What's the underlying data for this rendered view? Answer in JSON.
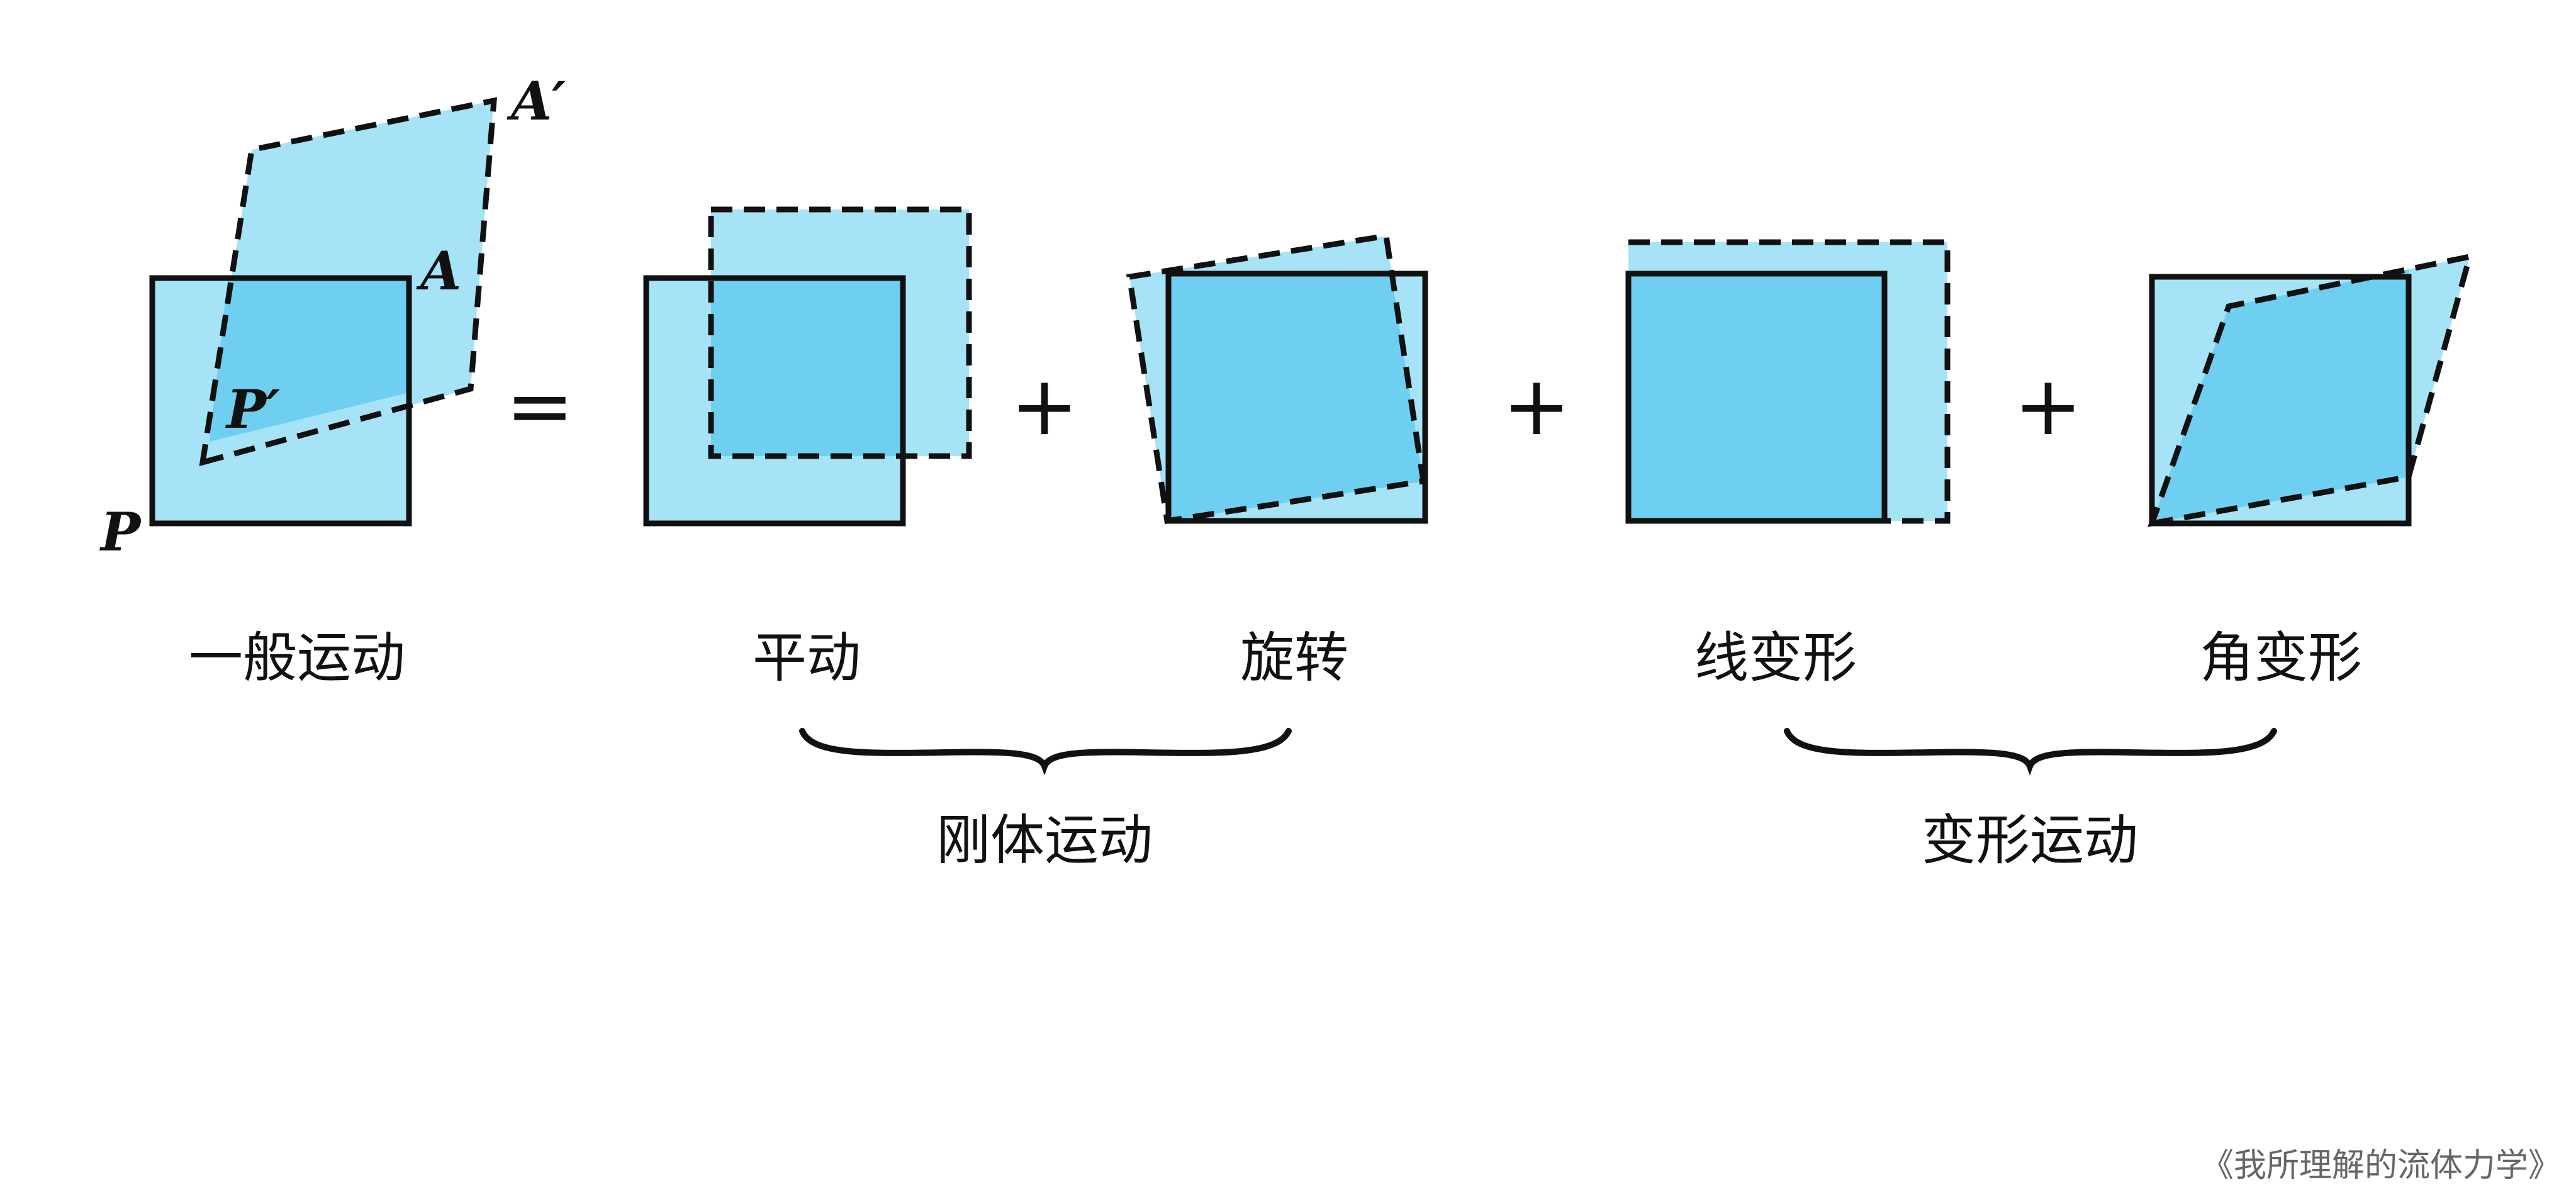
{
  "colors": {
    "light_fill": "#a6e3f6",
    "overlap_fill": "#6fcff1",
    "stroke": "#111111",
    "background": "#ffffff"
  },
  "general": {
    "label": "一般运动",
    "point_P": "P",
    "point_P_prime": "P′",
    "point_A": "A",
    "point_A_prime": "A′"
  },
  "operators": {
    "equals": "=",
    "plus": "+"
  },
  "components": [
    {
      "key": "translation",
      "label": "平动"
    },
    {
      "key": "rotation",
      "label": "旋转"
    },
    {
      "key": "linear_deformation",
      "label": "线变形"
    },
    {
      "key": "angular_deformation",
      "label": "角变形"
    }
  ],
  "groups": {
    "rigid": "刚体运动",
    "deformation": "变形运动"
  },
  "watermark": "《我所理解的流体力学》"
}
